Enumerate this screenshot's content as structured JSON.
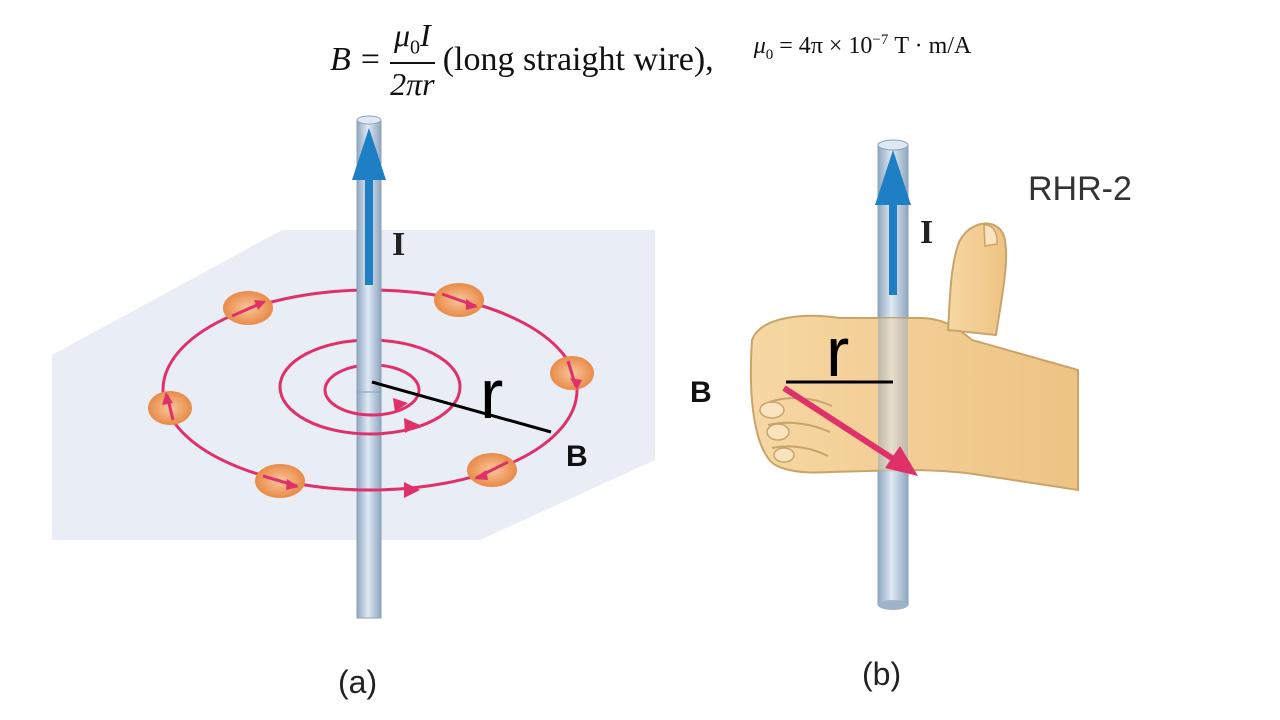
{
  "formula": {
    "lhs": "B",
    "equals": "=",
    "numerator_symbol": "μ",
    "numerator_sub": "0",
    "numerator_current": "I",
    "denominator": "2πr",
    "note": "(long straight wire),",
    "constant_lhs": "μ",
    "constant_sub": "0",
    "constant_rhs": " = 4π × 10",
    "constant_exp": "−7",
    "constant_units": " T · m/A"
  },
  "panel_a": {
    "current_label": "I",
    "radius_label": "r",
    "field_label": "B",
    "caption": "(a)"
  },
  "panel_b": {
    "title": "RHR-2",
    "current_label": "I",
    "radius_label": "r",
    "field_label": "B",
    "caption": "(b)"
  },
  "colors": {
    "wire": "#b7c9dc",
    "current_arrow": "#1f7fc4",
    "field_lines": "#e0306a",
    "compass": "#f4a56a",
    "plane": "#e8edf6",
    "hand": "#f3cf95",
    "hand_outline": "#c9a46a"
  },
  "icons": [
    "compass-needle-icon",
    "hand-icon"
  ]
}
